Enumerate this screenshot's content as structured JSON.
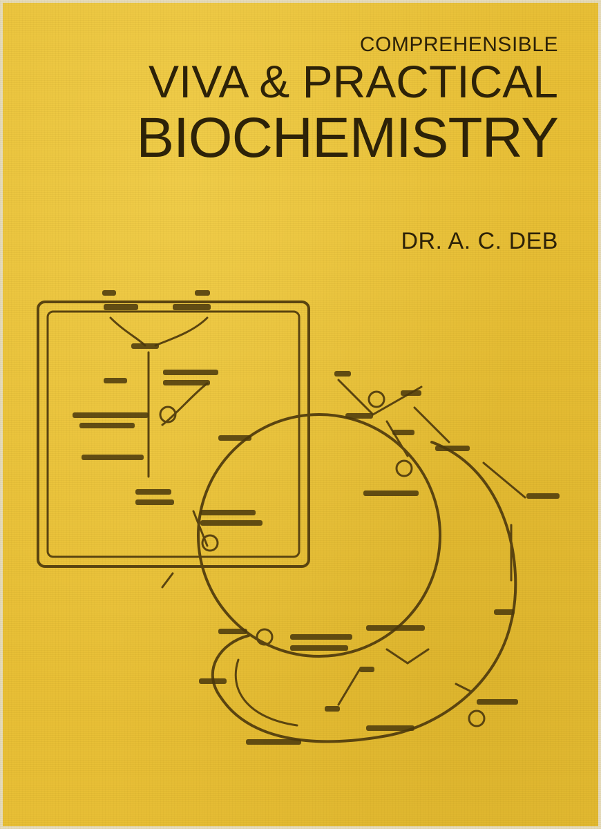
{
  "cover": {
    "subtitle_line1": "COMPREHENSIBLE",
    "title_line1": "VIVA & PRACTICAL",
    "title_line2": "BIOCHEMISTRY",
    "author": "DR. A. C. DEB"
  },
  "colors": {
    "background": "#e8bf36",
    "ink": "#2d2208"
  },
  "diagram": {
    "description_visible": false
  }
}
